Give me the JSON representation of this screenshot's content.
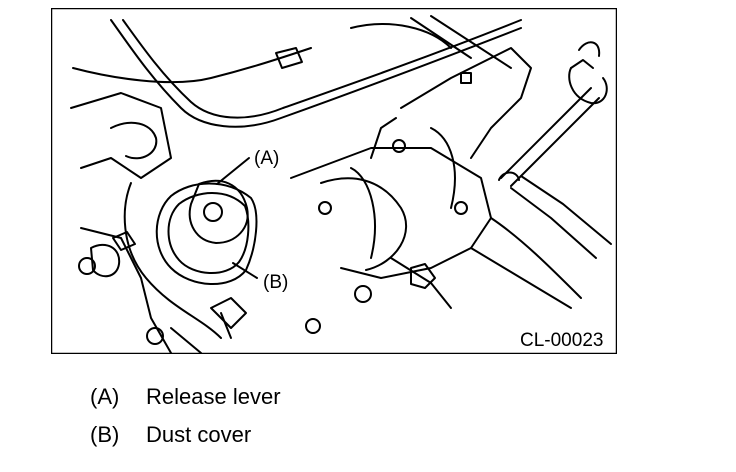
{
  "figure": {
    "code": "CL-00023",
    "callouts": [
      {
        "key": "(A)"
      },
      {
        "key": "(B)"
      }
    ]
  },
  "legend": [
    {
      "key": "(A)",
      "label": "Release lever"
    },
    {
      "key": "(B)",
      "label": "Dust cover"
    }
  ]
}
